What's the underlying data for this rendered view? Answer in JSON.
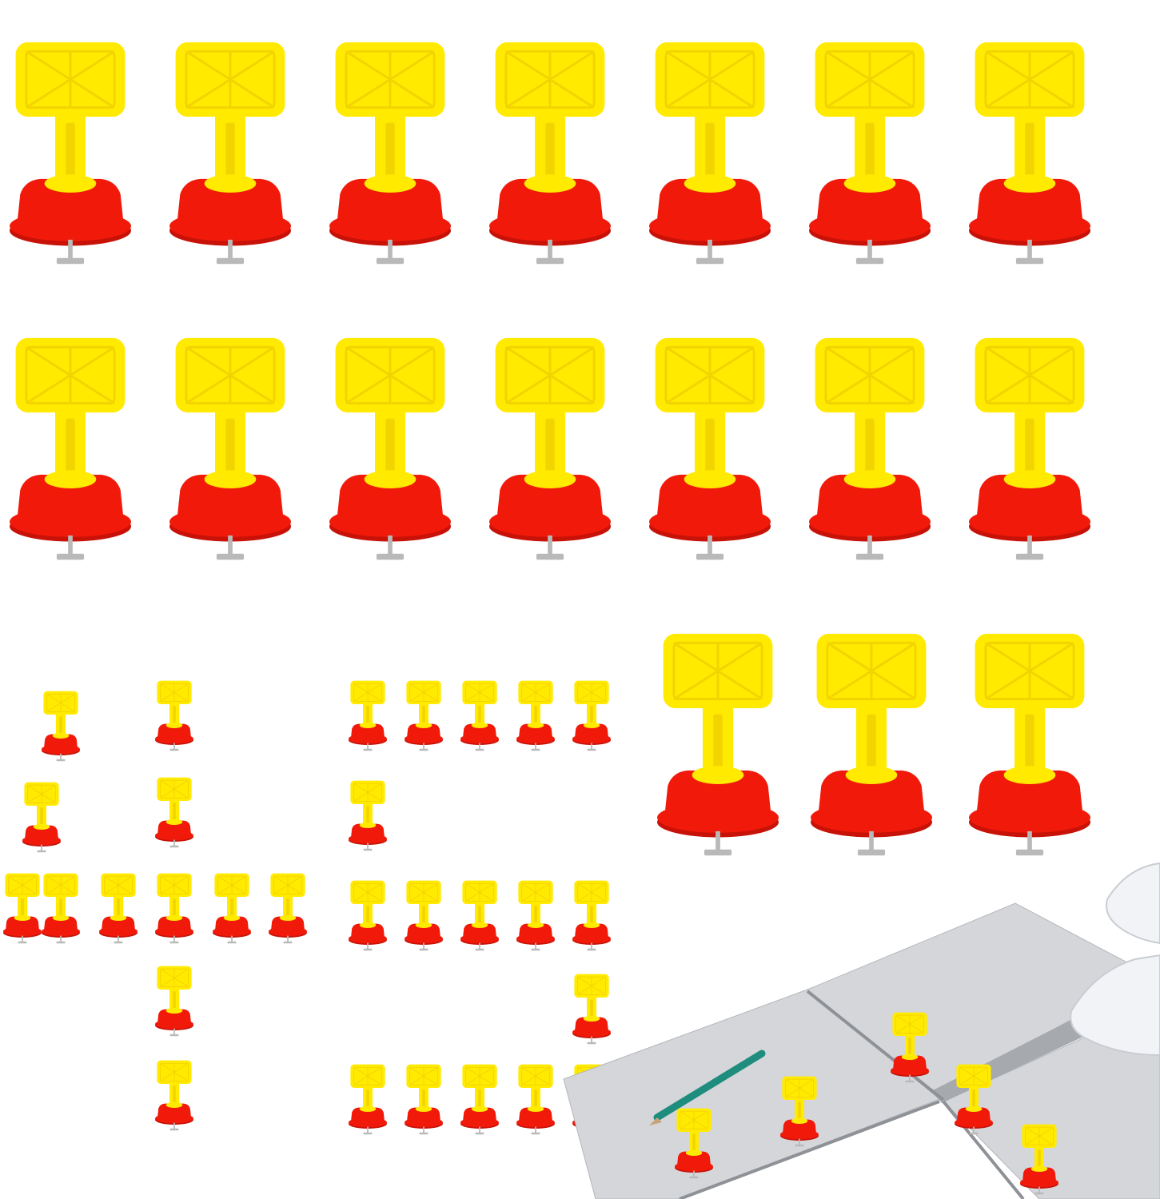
{
  "colors": {
    "yellow": "#ffea00",
    "yellow_shade": "#f2d400",
    "red": "#f11a0a",
    "red_dark": "#c81208",
    "pin": "#b9b9b9",
    "tile": "#d4d6d9",
    "tile_dark": "#a6a9ae",
    "glove": "#f1f3f6",
    "pencil": "#1e8d7e"
  },
  "icons": {
    "big_leveler": "tile-leveler-icon",
    "small_leveler": "tile-leveler-icon",
    "tile_scene": "tile-installation-photo",
    "number_graphic": "number-45-graphic"
  },
  "quantity_graphic_value": "45",
  "quantity_graphic_unit_count": 45
}
